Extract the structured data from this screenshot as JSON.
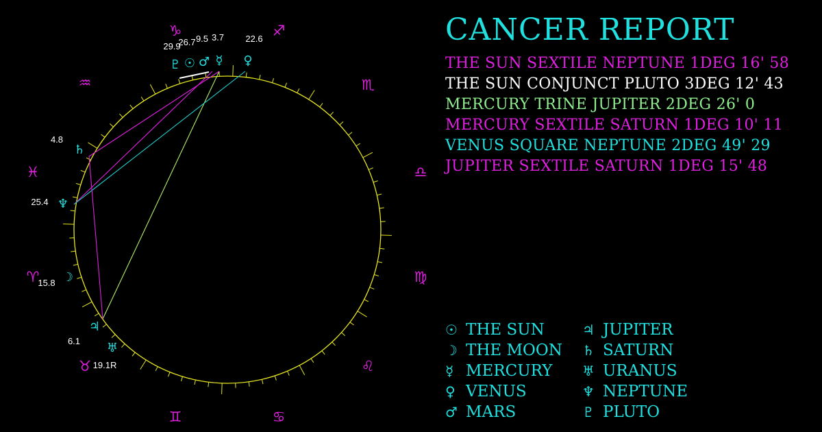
{
  "colors": {
    "background": "#000000",
    "title": "#21e0e0",
    "magenta": "#e020e0",
    "cyan": "#21e0e0",
    "green": "#90f090",
    "white": "#ffffff",
    "ring": "#e8e820"
  },
  "title": "CANCER REPORT",
  "aspects": [
    {
      "text": "THE SUN SEXTILE NEPTUNE 1DEG 16' 58",
      "color": "#e020e0"
    },
    {
      "text": "THE SUN CONJUNCT PLUTO 3DEG 12' 43",
      "color": "#ffffff"
    },
    {
      "text": "MERCURY TRINE JUPITER 2DEG 26' 0",
      "color": "#90f090"
    },
    {
      "text": "MERCURY SEXTILE SATURN 1DEG 10' 11",
      "color": "#e020e0"
    },
    {
      "text": "VENUS SQUARE NEPTUNE 2DEG 49' 29",
      "color": "#21e0e0"
    },
    {
      "text": "JUPITER SEXTILE SATURN 1DEG 15' 48",
      "color": "#e020e0"
    }
  ],
  "legend": [
    {
      "glyph": "☉",
      "label": "THE SUN"
    },
    {
      "glyph": "☽",
      "label": "THE MOON"
    },
    {
      "glyph": "☿",
      "label": "MERCURY"
    },
    {
      "glyph": "♀",
      "label": "VENUS"
    },
    {
      "glyph": "♂",
      "label": "MARS"
    },
    {
      "glyph": "♃",
      "label": "JUPITER"
    },
    {
      "glyph": "♄",
      "label": "SATURN"
    },
    {
      "glyph": "♅",
      "label": "URANUS"
    },
    {
      "glyph": "♆",
      "label": "NEPTUNE"
    },
    {
      "glyph": "♇",
      "label": "PLUTO"
    }
  ],
  "zodiac": [
    {
      "name": "capricorn",
      "glyph": "♑"
    },
    {
      "name": "sagittarius",
      "glyph": "♐"
    },
    {
      "name": "scorpio",
      "glyph": "♏"
    },
    {
      "name": "libra",
      "glyph": "♎"
    },
    {
      "name": "virgo",
      "glyph": "♍"
    },
    {
      "name": "leo",
      "glyph": "♌"
    },
    {
      "name": "cancer",
      "glyph": "♋"
    },
    {
      "name": "gemini",
      "glyph": "♊"
    },
    {
      "name": "taurus",
      "glyph": "♉"
    },
    {
      "name": "aries",
      "glyph": "♈"
    },
    {
      "name": "pisces",
      "glyph": "♓"
    },
    {
      "name": "aquarius",
      "glyph": "♒"
    }
  ],
  "planets": [
    {
      "name": "pluto",
      "glyph": "♇",
      "degree": "29.9"
    },
    {
      "name": "sun",
      "glyph": "☉",
      "degree": "26.7"
    },
    {
      "name": "mars",
      "glyph": "♂",
      "degree": "9.5"
    },
    {
      "name": "mercury",
      "glyph": "☿",
      "degree": "3.7"
    },
    {
      "name": "venus",
      "glyph": "♀",
      "degree": "22.6"
    },
    {
      "name": "saturn",
      "glyph": "♄",
      "degree": "4.8"
    },
    {
      "name": "neptune",
      "glyph": "♆",
      "degree": "25.4"
    },
    {
      "name": "moon",
      "glyph": "☽",
      "degree": "15.8"
    },
    {
      "name": "jupiter",
      "glyph": "♃",
      "degree": "6.1"
    },
    {
      "name": "uranus",
      "glyph": "♅",
      "degree": "19.1R"
    }
  ]
}
